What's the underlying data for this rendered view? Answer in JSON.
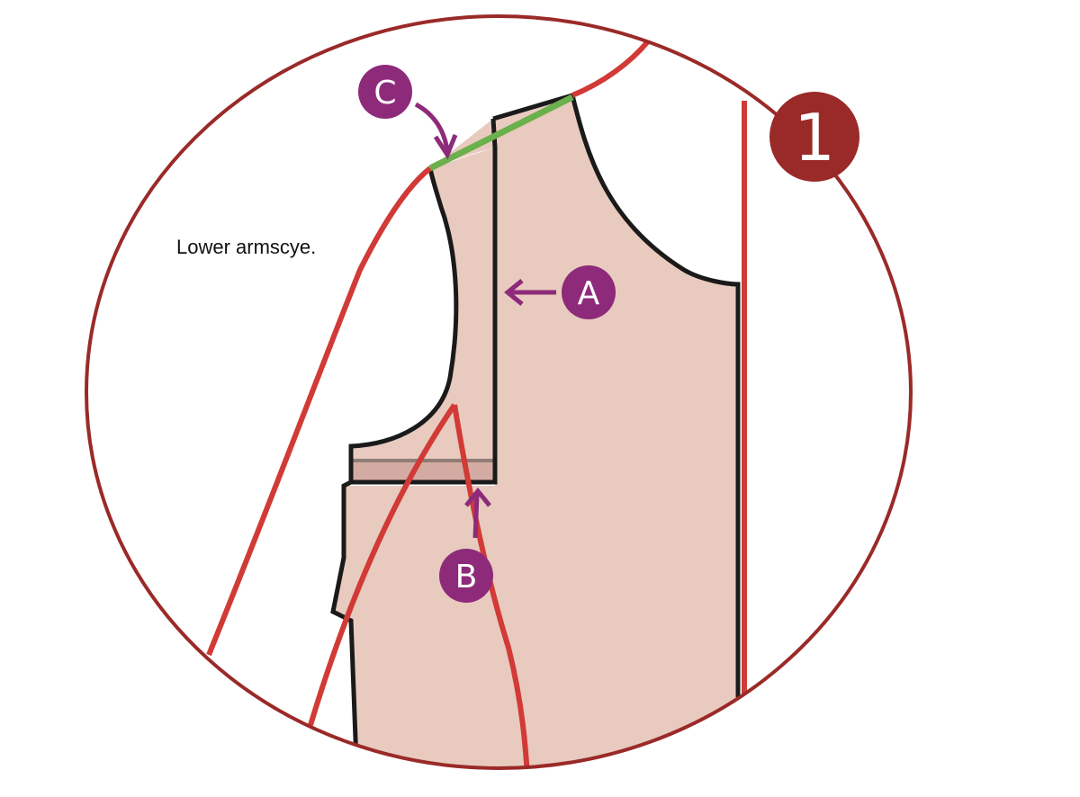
{
  "diagram": {
    "annotation": "Lower armscye.",
    "markers": {
      "a": "A",
      "b": "B",
      "c": "C"
    },
    "step_badge": "1",
    "colors": {
      "circle_outline": "#9a2a28",
      "pattern_red_line": "#d13a36",
      "pattern_fill": "#e8cabf",
      "pattern_outline": "#1a1a1a",
      "overlap_band": "#d4aba2",
      "shoulder_highlight": "#6ab04c",
      "marker_purple": "#8e2a7a",
      "badge_red": "#9a2a28"
    }
  }
}
